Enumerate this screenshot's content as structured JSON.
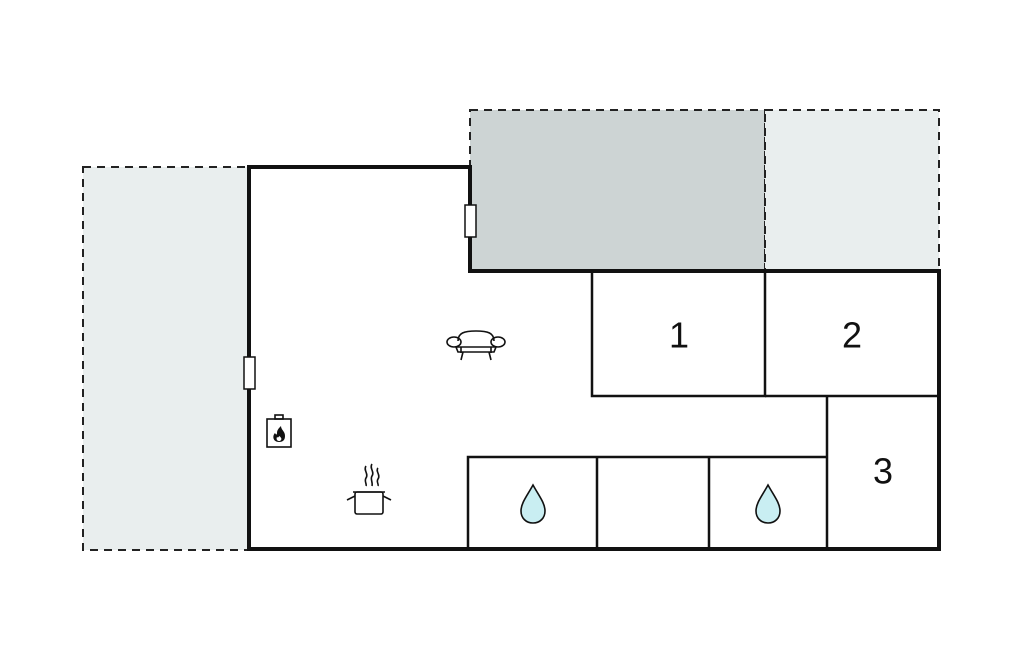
{
  "rooms": {
    "bedroom_1": {
      "label": "1"
    },
    "bedroom_2": {
      "label": "2"
    },
    "bedroom_3": {
      "label": "3"
    }
  },
  "icons": {
    "living": "sofa-icon",
    "fireplace": "fireplace-icon",
    "kitchen": "cooking-pot-icon",
    "bathroom": "water-drop-icon"
  },
  "colors": {
    "wall": "#111111",
    "terrace_light": "#e9eeee",
    "terrace_dark": "#cdd4d4",
    "water": "#c9eef2"
  }
}
